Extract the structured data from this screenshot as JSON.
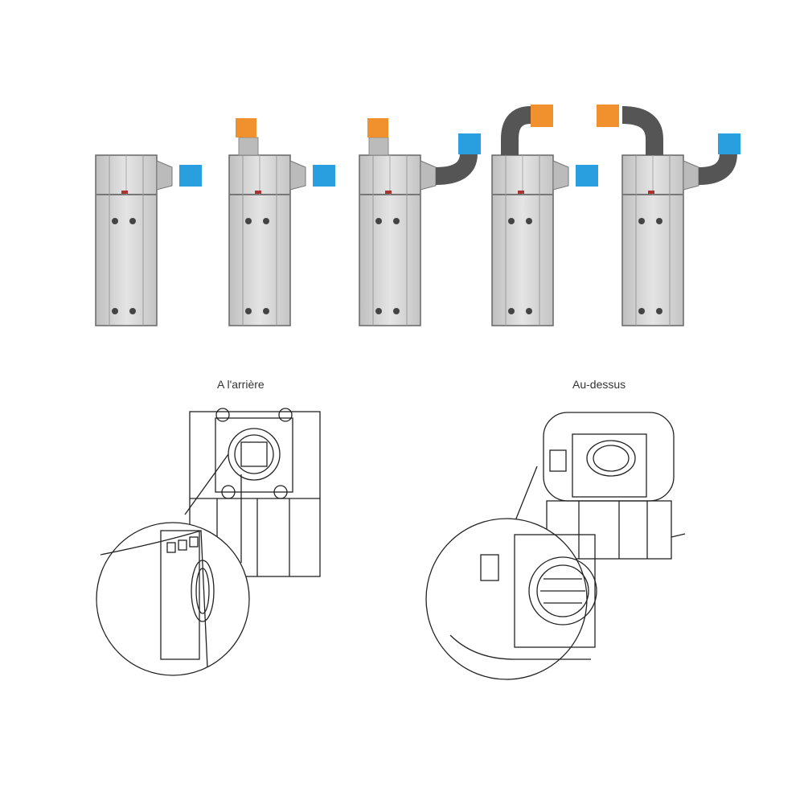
{
  "labels": {
    "rear": "A l'arrière",
    "top": "Au-dessus"
  },
  "configurations": [
    {
      "id": 1,
      "intake": "none",
      "exhaust": "side-straight"
    },
    {
      "id": 2,
      "intake": "top-straight",
      "exhaust": "side-straight"
    },
    {
      "id": 3,
      "intake": "top-straight",
      "exhaust": "side-elbow-up"
    },
    {
      "id": 4,
      "intake": "top-elbow-right",
      "exhaust": "side-straight"
    },
    {
      "id": 5,
      "intake": "top-elbow-left",
      "exhaust": "side-elbow-up"
    }
  ],
  "colors": {
    "intake": "#f0912e",
    "exhaust": "#2a9fe0",
    "body": "#d6d6d6",
    "duct": "#555555"
  }
}
